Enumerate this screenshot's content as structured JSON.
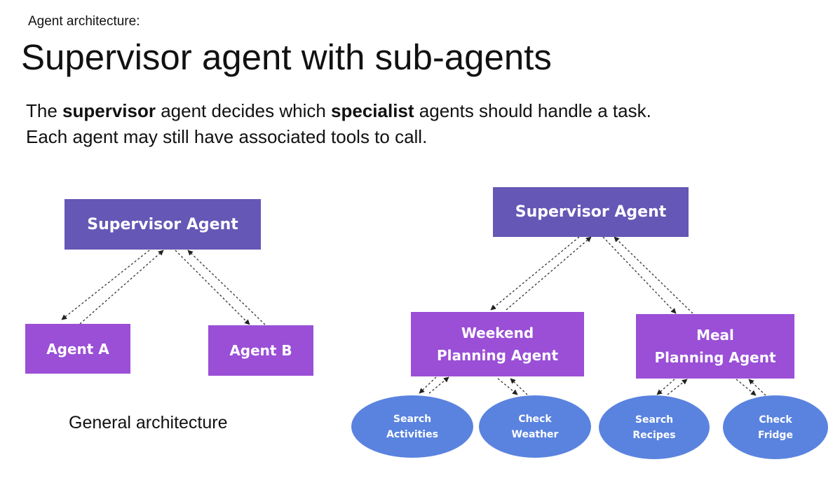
{
  "header": {
    "kicker": "Agent architecture:",
    "title": "Supervisor agent with sub-agents",
    "line1": {
      "before": "The ",
      "bold1": "supervisor",
      "middle": " agent decides which ",
      "bold2": "specialist",
      "after": " agents should handle a task."
    },
    "line2": "Each agent may still have associated tools to call."
  },
  "general": {
    "supervisor": "Supervisor Agent",
    "agent_a": "Agent A",
    "agent_b": "Agent B",
    "caption": "General architecture"
  },
  "example": {
    "supervisor": "Supervisor Agent",
    "weekend_agent": "Weekend\nPlanning Agent",
    "meal_agent": "Meal\nPlanning Agent",
    "tools": {
      "search_activities": "Search\nActivities",
      "check_weather": "Check\nWeather",
      "search_recipes": "Search\nRecipes",
      "check_fridge": "Check\nFridge"
    }
  },
  "colors": {
    "supervisor": "#6557b5",
    "agent": "#9a4fd6",
    "tool": "#5a83df"
  }
}
